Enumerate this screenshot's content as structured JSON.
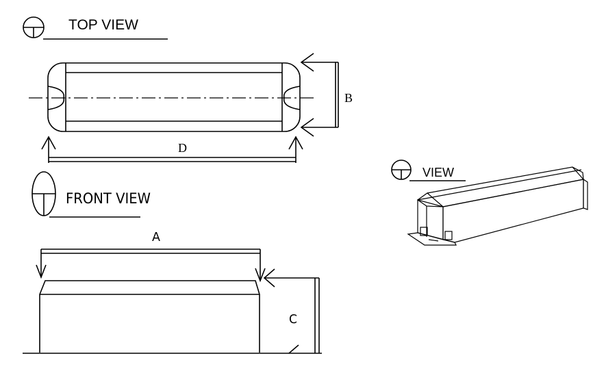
{
  "top_view": {
    "title": "TOP VIEW",
    "dim_width": "B",
    "dim_length": "D"
  },
  "front_view": {
    "title": "FRONT VIEW",
    "dim_length": "A",
    "dim_height": "C"
  },
  "iso_view": {
    "title": "VIEW"
  }
}
